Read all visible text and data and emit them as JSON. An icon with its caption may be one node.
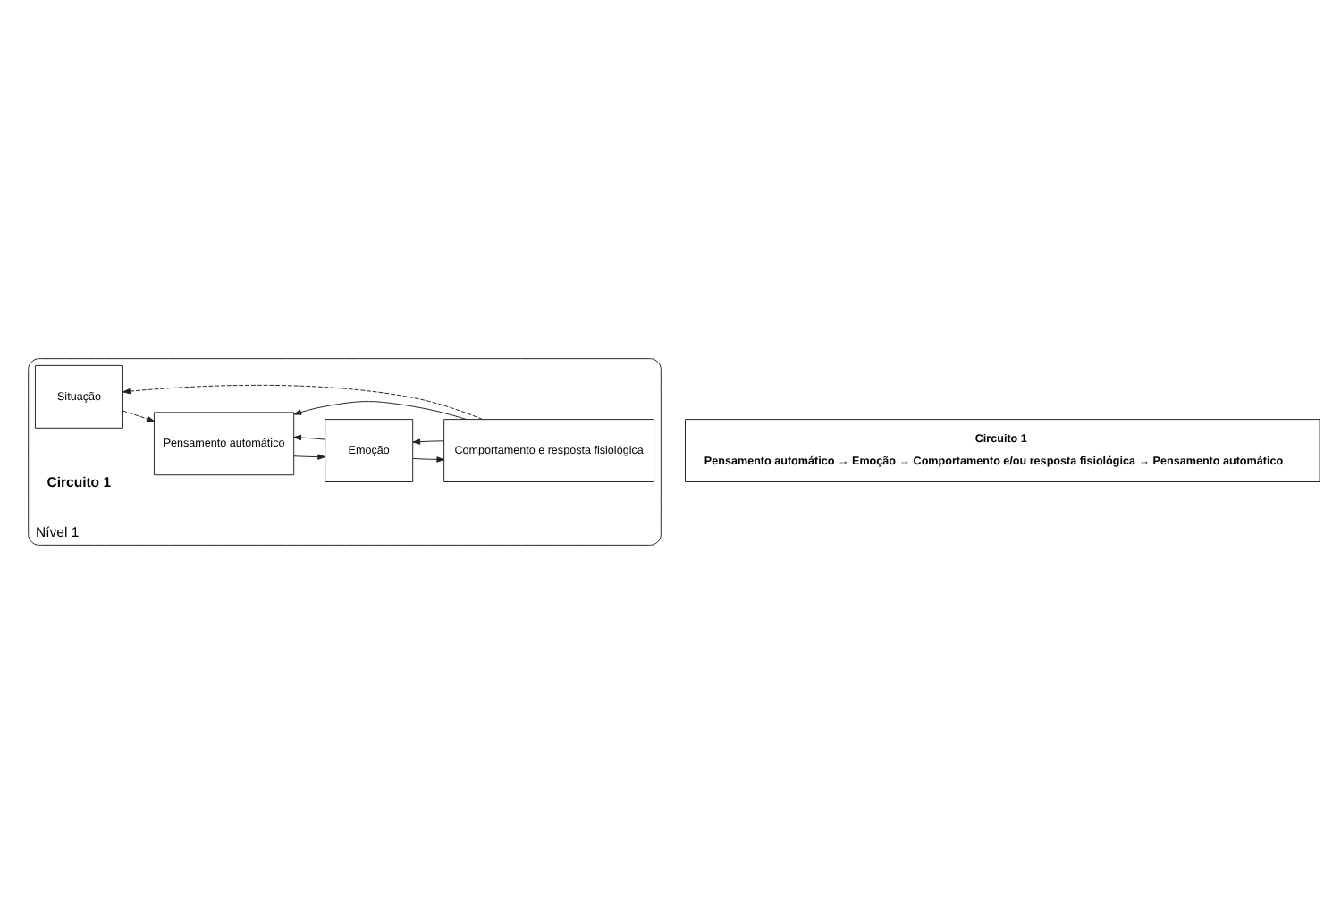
{
  "diagram": {
    "nodes": [
      {
        "text": [
          "Nível 1"
        ]
      },
      {
        "text": [
          "Situação"
        ],
        "in": 0
      },
      {
        "text": [
          "Pensamento automático"
        ],
        "in": 0
      },
      {
        "text": [
          "Emoção"
        ],
        "in": 0
      },
      {
        "text": [
          "Comportamento e resposta fisiológica"
        ],
        "in": 0
      },
      {
        "text": [
          "Circuito 1",
          "Pensamento automático → Emoção → Comportamento e/ou resposta fisiológica → Pensamento automático"
        ]
      }
    ],
    "edges": [
      {
        "from": 1,
        "to": 2,
        "arrow": "to",
        "style": "dashed"
      },
      {
        "from": 2,
        "to": 3,
        "arrow": "to"
      },
      {
        "from": 3,
        "to": 4,
        "arrow": "to"
      },
      {
        "from": 4,
        "to": 2,
        "arrow": "to"
      },
      {
        "from": 3,
        "to": 2,
        "arrow": "to"
      },
      {
        "from": 4,
        "to": 3,
        "arrow": "to"
      },
      {
        "from": 4,
        "to": 1,
        "arrow": "to",
        "style": "dashed"
      }
    ],
    "labels": [
      "Circuito 1"
    ]
  }
}
